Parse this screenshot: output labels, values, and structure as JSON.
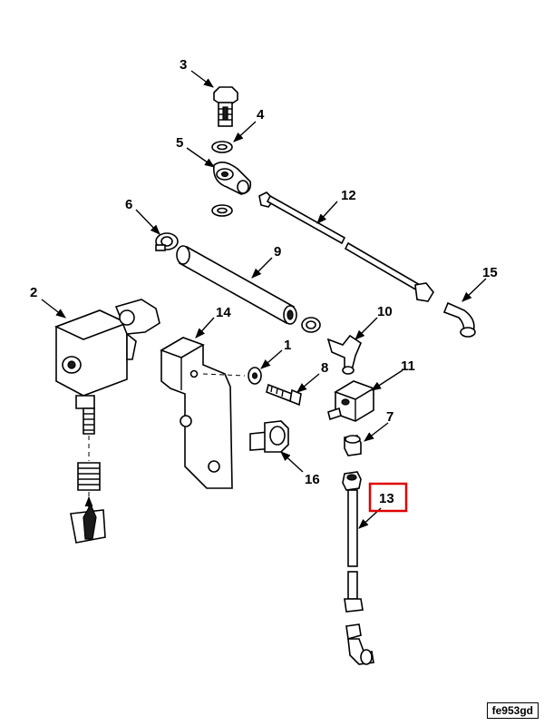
{
  "callouts": {
    "c1": "1",
    "c2": "2",
    "c3": "3",
    "c4": "4",
    "c5": "5",
    "c6": "6",
    "c7": "7",
    "c8": "8",
    "c9": "9",
    "c10": "10",
    "c11": "11",
    "c12": "12",
    "c13": "13",
    "c14": "14",
    "c15": "15",
    "c16": "16"
  },
  "highlight": {
    "label": "13",
    "color": "#e00000"
  },
  "figure_id": "fe953gd"
}
